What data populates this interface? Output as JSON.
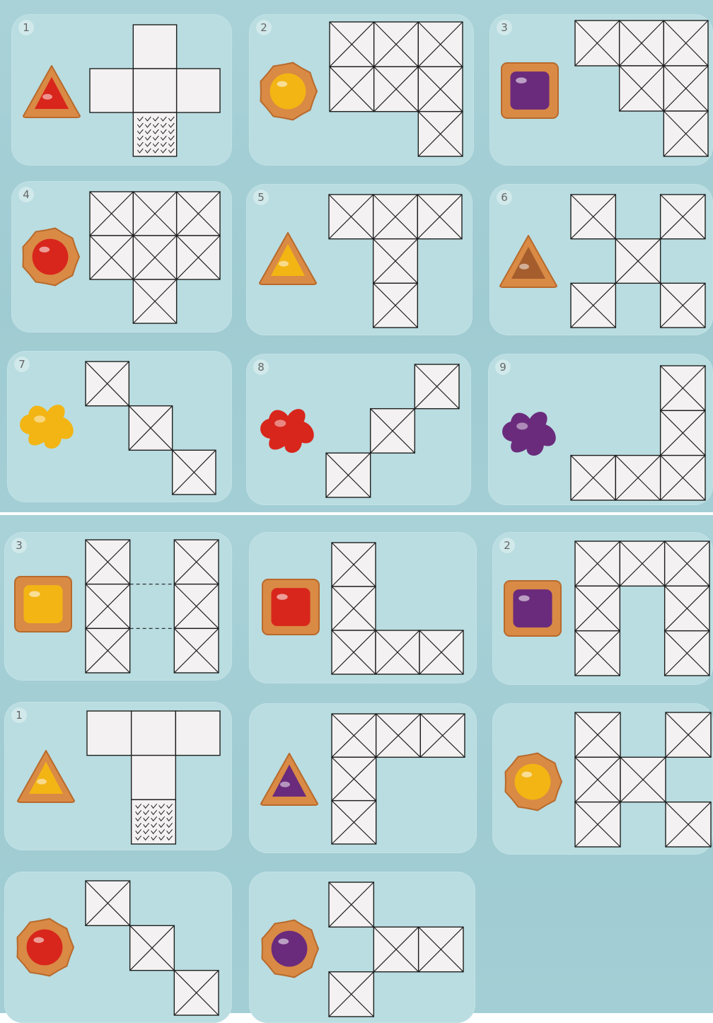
{
  "colors": {
    "biscuit": "#d98a45",
    "biscuit_dark": "#b86a2c",
    "red": "#d8261c",
    "yellow": "#f2b514",
    "purple": "#6a2b7c",
    "brown": "#a55d2d",
    "card_bg": "#b9dde1",
    "page_bg": "#a5cfd5",
    "square_fill": "#f3f1f2",
    "line": "#1f1f1f"
  },
  "top_sheet": {
    "cards": [
      {
        "id": "t1",
        "number": "1",
        "cookie": {
          "shape": "triangle",
          "jam": "red"
        },
        "net": {
          "cols": 3,
          "rows": 3,
          "tiles": [
            [
              1,
              0,
              "blank"
            ],
            [
              0,
              1,
              "blank"
            ],
            [
              1,
              1,
              "blank"
            ],
            [
              2,
              1,
              "blank"
            ],
            [
              1,
              2,
              "hatched"
            ]
          ]
        }
      },
      {
        "id": "t2",
        "number": "2",
        "cookie": {
          "shape": "round",
          "jam": "yellow"
        },
        "net": {
          "cols": 3,
          "rows": 3,
          "tiles": [
            [
              0,
              0,
              "cross"
            ],
            [
              1,
              0,
              "cross"
            ],
            [
              2,
              0,
              "cross"
            ],
            [
              0,
              1,
              "cross"
            ],
            [
              1,
              1,
              "cross"
            ],
            [
              2,
              1,
              "cross"
            ],
            [
              2,
              2,
              "cross"
            ]
          ]
        }
      },
      {
        "id": "t3",
        "number": "3",
        "cookie": {
          "shape": "square",
          "jam": "purple"
        },
        "net": {
          "cols": 3,
          "rows": 3,
          "tiles": [
            [
              0,
              0,
              "cross"
            ],
            [
              1,
              0,
              "cross"
            ],
            [
              2,
              0,
              "cross"
            ],
            [
              1,
              1,
              "cross"
            ],
            [
              2,
              1,
              "cross"
            ],
            [
              2,
              2,
              "cross"
            ]
          ]
        }
      },
      {
        "id": "t4",
        "number": "4",
        "cookie": {
          "shape": "round",
          "jam": "red"
        },
        "net": {
          "cols": 3,
          "rows": 3,
          "tiles": [
            [
              0,
              0,
              "cross"
            ],
            [
              1,
              0,
              "cross"
            ],
            [
              2,
              0,
              "cross"
            ],
            [
              0,
              1,
              "cross"
            ],
            [
              1,
              1,
              "cross"
            ],
            [
              2,
              1,
              "cross"
            ],
            [
              1,
              2,
              "cross"
            ]
          ]
        }
      },
      {
        "id": "t5",
        "number": "5",
        "cookie": {
          "shape": "triangle",
          "jam": "yellow"
        },
        "net": {
          "cols": 3,
          "rows": 3,
          "tiles": [
            [
              0,
              0,
              "cross"
            ],
            [
              1,
              0,
              "cross"
            ],
            [
              2,
              0,
              "cross"
            ],
            [
              1,
              1,
              "cross"
            ],
            [
              1,
              2,
              "cross"
            ]
          ]
        }
      },
      {
        "id": "t6",
        "number": "6",
        "cookie": {
          "shape": "triangle",
          "jam": "brown"
        },
        "net": {
          "cols": 3,
          "rows": 3,
          "tiles": [
            [
              0,
              0,
              "cross"
            ],
            [
              2,
              0,
              "cross"
            ],
            [
              1,
              1,
              "cross"
            ],
            [
              0,
              2,
              "cross"
            ],
            [
              2,
              2,
              "cross"
            ]
          ]
        }
      },
      {
        "id": "t7",
        "number": "7",
        "cookie": {
          "shape": "splat",
          "jam": "yellow"
        },
        "net": {
          "cols": 3,
          "rows": 3,
          "tiles": [
            [
              0,
              0,
              "cross"
            ],
            [
              1,
              1,
              "cross"
            ],
            [
              2,
              2,
              "cross"
            ]
          ]
        }
      },
      {
        "id": "t8",
        "number": "8",
        "cookie": {
          "shape": "splat",
          "jam": "red"
        },
        "net": {
          "cols": 3,
          "rows": 3,
          "tiles": [
            [
              2,
              0,
              "cross"
            ],
            [
              1,
              1,
              "cross"
            ],
            [
              0,
              2,
              "cross"
            ]
          ]
        }
      },
      {
        "id": "t9",
        "number": "9",
        "cookie": {
          "shape": "splat",
          "jam": "purple"
        },
        "net": {
          "cols": 3,
          "rows": 3,
          "tiles": [
            [
              2,
              0,
              "cross"
            ],
            [
              2,
              1,
              "cross"
            ],
            [
              0,
              2,
              "cross"
            ],
            [
              1,
              2,
              "cross"
            ],
            [
              2,
              2,
              "cross"
            ]
          ]
        }
      }
    ]
  },
  "bottom_sheet": {
    "cards": [
      {
        "id": "b1",
        "number": "3",
        "cookie": {
          "shape": "square",
          "jam": "yellow"
        },
        "net": {
          "cols": 3,
          "rows": 3,
          "dashed_links": true,
          "tiles": [
            [
              0,
              0,
              "cross"
            ],
            [
              2,
              0,
              "cross"
            ],
            [
              0,
              1,
              "cross"
            ],
            [
              2,
              1,
              "cross"
            ],
            [
              0,
              2,
              "cross"
            ],
            [
              2,
              2,
              "cross"
            ]
          ]
        }
      },
      {
        "id": "b2",
        "number": "",
        "cookie": {
          "shape": "square",
          "jam": "red"
        },
        "net": {
          "cols": 3,
          "rows": 3,
          "tiles": [
            [
              0,
              0,
              "cross"
            ],
            [
              0,
              1,
              "cross"
            ],
            [
              0,
              2,
              "cross"
            ],
            [
              1,
              2,
              "cross"
            ],
            [
              2,
              2,
              "cross"
            ]
          ]
        }
      },
      {
        "id": "b3",
        "number": "2",
        "cookie": {
          "shape": "square",
          "jam": "purple"
        },
        "net": {
          "cols": 3,
          "rows": 3,
          "tiles": [
            [
              0,
              0,
              "cross"
            ],
            [
              1,
              0,
              "cross"
            ],
            [
              2,
              0,
              "cross"
            ],
            [
              0,
              1,
              "cross"
            ],
            [
              2,
              1,
              "cross"
            ],
            [
              0,
              2,
              "cross"
            ],
            [
              2,
              2,
              "cross"
            ]
          ]
        }
      },
      {
        "id": "b4",
        "number": "1",
        "cookie": {
          "shape": "triangle",
          "jam": "yellow"
        },
        "net": {
          "cols": 3,
          "rows": 3,
          "tiles": [
            [
              0,
              0,
              "blank"
            ],
            [
              1,
              0,
              "blank"
            ],
            [
              2,
              0,
              "blank"
            ],
            [
              1,
              1,
              "blank"
            ],
            [
              1,
              2,
              "hatched"
            ]
          ]
        }
      },
      {
        "id": "b5",
        "number": "",
        "cookie": {
          "shape": "triangle",
          "jam": "purple"
        },
        "net": {
          "cols": 3,
          "rows": 3,
          "tiles": [
            [
              0,
              0,
              "cross"
            ],
            [
              1,
              0,
              "cross"
            ],
            [
              2,
              0,
              "cross"
            ],
            [
              0,
              1,
              "cross"
            ],
            [
              0,
              2,
              "cross"
            ]
          ]
        }
      },
      {
        "id": "b6",
        "number": "",
        "cookie": {
          "shape": "round",
          "jam": "yellow"
        },
        "net": {
          "cols": 3,
          "rows": 3,
          "tiles": [
            [
              0,
              0,
              "cross"
            ],
            [
              2,
              0,
              "cross"
            ],
            [
              0,
              1,
              "cross"
            ],
            [
              1,
              1,
              "cross"
            ],
            [
              0,
              2,
              "cross"
            ],
            [
              2,
              2,
              "cross"
            ]
          ]
        }
      },
      {
        "id": "b7",
        "number": "",
        "cookie": {
          "shape": "round",
          "jam": "red"
        },
        "net": {
          "cols": 3,
          "rows": 3,
          "tiles": [
            [
              0,
              0,
              "cross"
            ],
            [
              1,
              1,
              "cross"
            ],
            [
              2,
              2,
              "cross"
            ]
          ]
        }
      },
      {
        "id": "b8",
        "number": "",
        "cookie": {
          "shape": "round",
          "jam": "purple"
        },
        "net": {
          "cols": 3,
          "rows": 3,
          "tiles": [
            [
              0,
              0,
              "cross"
            ],
            [
              1,
              1,
              "cross"
            ],
            [
              2,
              1,
              "cross"
            ],
            [
              0,
              2,
              "cross"
            ]
          ]
        }
      }
    ]
  }
}
